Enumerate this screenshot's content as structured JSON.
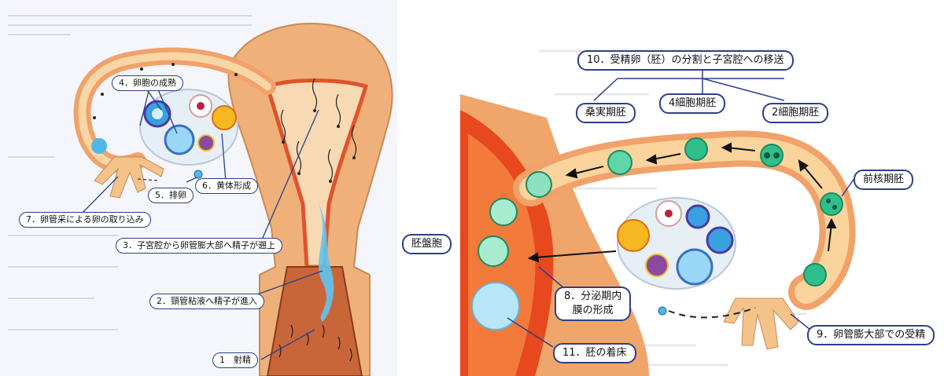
{
  "left_labels": {
    "l4": "4．卵胞の成熟",
    "l5": "5．排卵",
    "l6": "6．黄体形成",
    "l7": "7．卵管采による卵の取り込み",
    "l3": "3．子宮腔から卵管膨大部へ精子が遡上",
    "l2": "2．頸管粘液へ精子が進入",
    "l1": "1　射精"
  },
  "right_labels": {
    "l10": "10．受精卵（胚）の分割と子宮腔への移送",
    "morula": "桑実期胚",
    "four_cell": "4細胞期胚",
    "two_cell": "2細胞期胚",
    "pronuclear": "前核期胚",
    "blastocyst": "胚盤胞",
    "l8": "8．分泌期内\n膜の形成",
    "l9": "9．卵管膨大部での受精",
    "l11": "11．胚の着床"
  },
  "colors": {
    "uterus_flesh": "#f0b07a",
    "uterus_inner": "#f7d9b4",
    "endometrium_red": "#e8481e",
    "label_border": "#2a3f8a",
    "embryo_green": "#2fbf8a",
    "egg_blue": "#4fb6ea",
    "mucus_blue": "#5fc4f0"
  }
}
